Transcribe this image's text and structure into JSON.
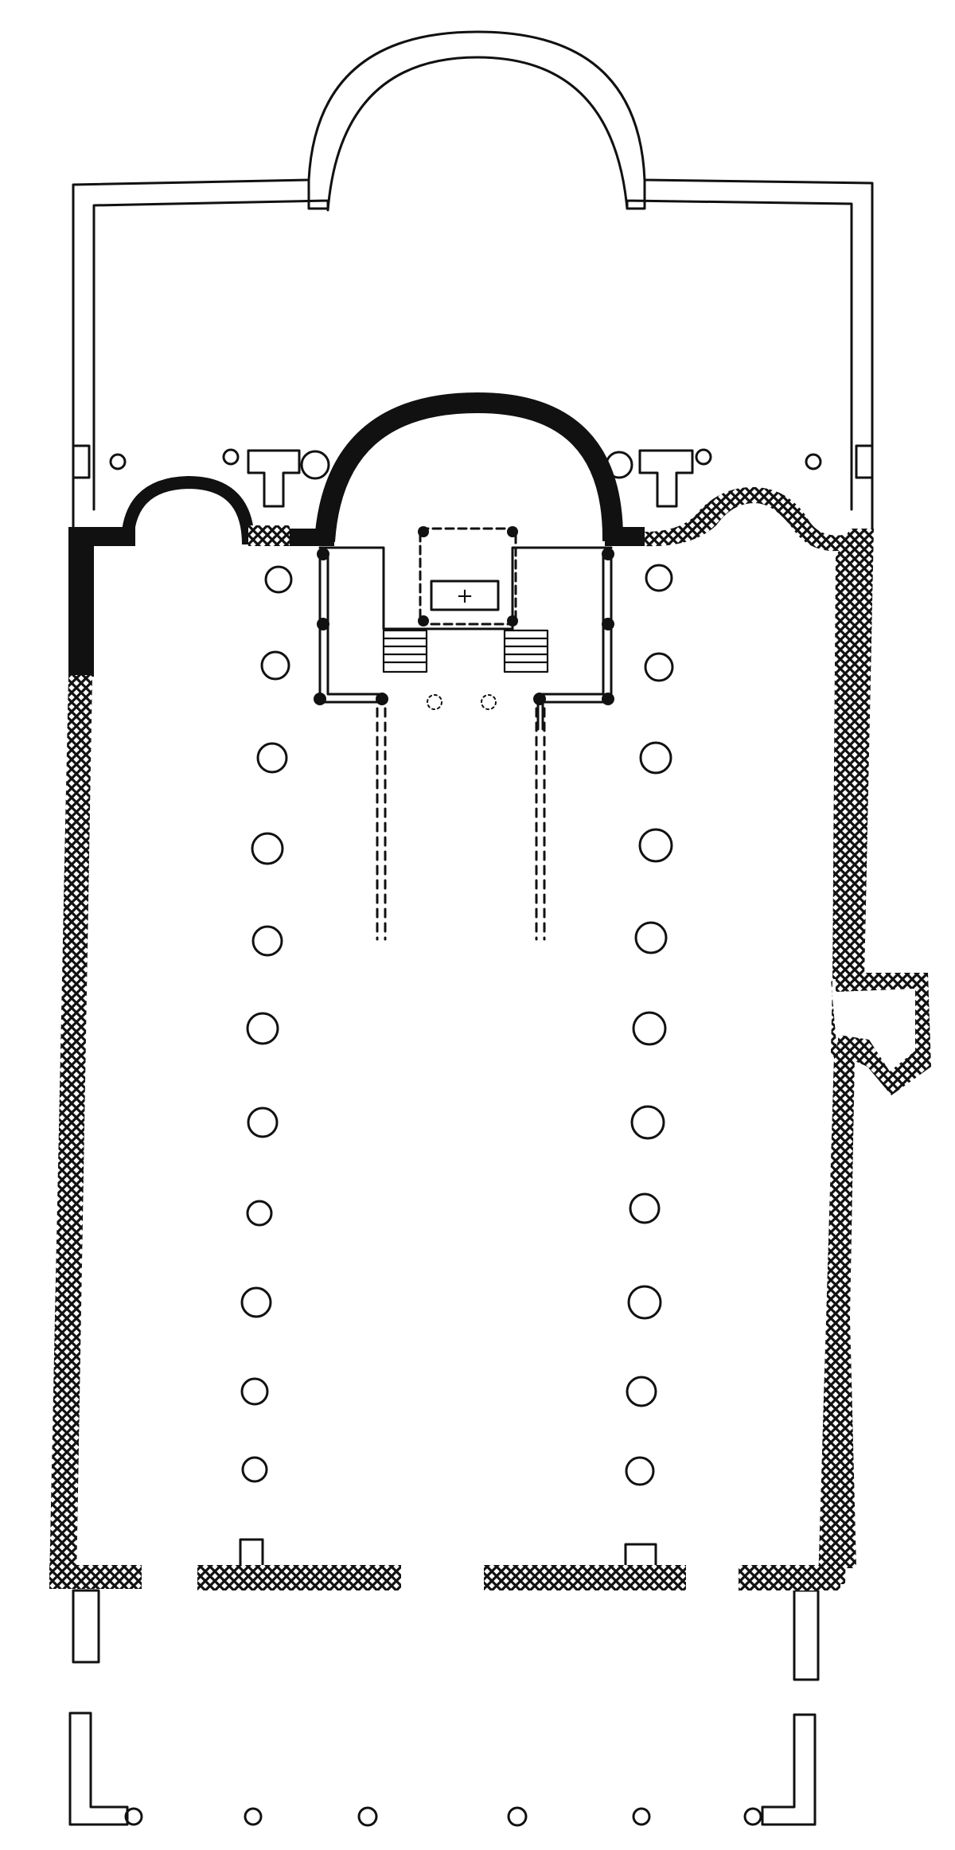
{
  "diagram": {
    "kind": "architectural-floor-plan",
    "labels": [],
    "colors": {
      "ink": "#111111",
      "paper": "#ffffff",
      "hatch": "#111111"
    },
    "symbols": {
      "altar_mark": "+"
    },
    "counts": {
      "nave_columns_per_side": 11,
      "portico_columns": 6
    }
  }
}
